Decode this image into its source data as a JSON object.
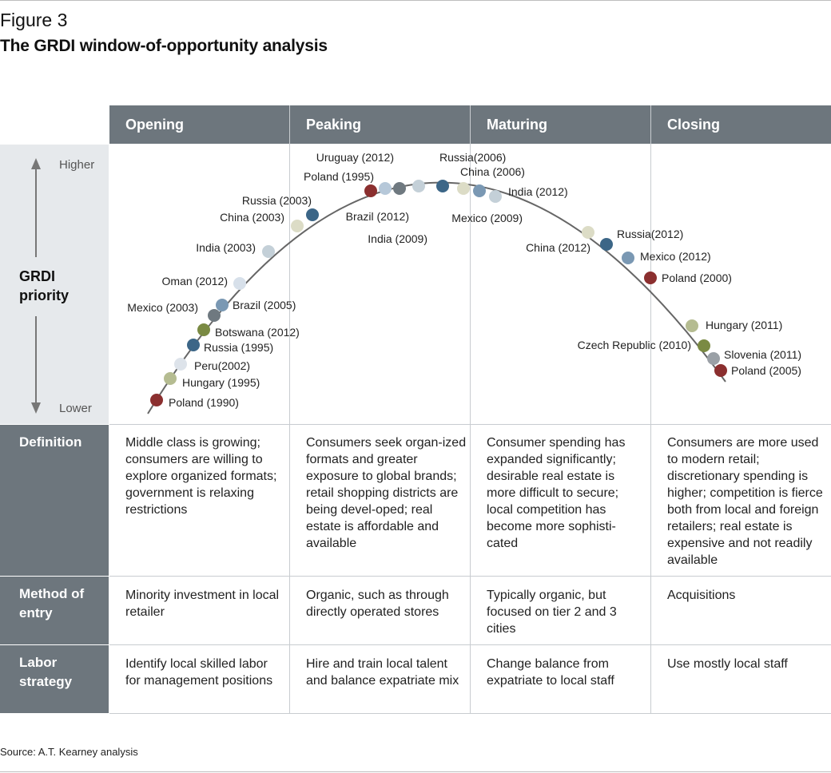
{
  "figure": {
    "label": "Figure 3",
    "title": "The GRDI window-of-opportunity analysis"
  },
  "phases": [
    "Opening",
    "Peaking",
    "Maturing",
    "Closing"
  ],
  "axis": {
    "title": "GRDI priority",
    "high": "Higher",
    "low": "Lower"
  },
  "points": [
    {
      "label": "Poland (1990)",
      "color": "#8b2f2f"
    },
    {
      "label": "Hungary (1995)",
      "color": "#b5bc91"
    },
    {
      "label": "Peru(2002)",
      "color": "#dde3ea"
    },
    {
      "label": "Russia (1995)",
      "color": "#3c6687"
    },
    {
      "label": "Botswana (2012)",
      "color": "#7a8a43"
    },
    {
      "label": "Brazil (2005)",
      "color": "#6f7980"
    },
    {
      "label": "Mexico (2003)",
      "color": "#7a98b3"
    },
    {
      "label": "Oman (2012)",
      "color": "#d7e0ea"
    },
    {
      "label": "India (2003)",
      "color": "#c4d0d8"
    },
    {
      "label": "China (2003)",
      "color": "#dcdcc6"
    },
    {
      "label": "Russia (2003)",
      "color": "#3c6687"
    },
    {
      "label": "Poland (1995)",
      "color": "#8b2f2f"
    },
    {
      "label": "Uruguay (2012)",
      "color": "#b6c8d9"
    },
    {
      "label": "Brazil (2012)",
      "color": "#6f7980"
    },
    {
      "label": "India (2009)",
      "color": "#c4d0d8"
    },
    {
      "label": "Russia(2006)",
      "color": "#3c6687"
    },
    {
      "label": "China (2006)",
      "color": "#dcdcc6"
    },
    {
      "label": "Mexico (2009)",
      "color": "#7a98b3"
    },
    {
      "label": "India (2012)",
      "color": "#c4d0d8"
    },
    {
      "label": "China (2012)",
      "color": "#dcdcc6"
    },
    {
      "label": "Russia(2012)",
      "color": "#3c6687"
    },
    {
      "label": "Mexico (2012)",
      "color": "#7a98b3"
    },
    {
      "label": "Poland (2000)",
      "color": "#8b2f2f"
    },
    {
      "label": "Hungary (2011)",
      "color": "#b5bc91"
    },
    {
      "label": "Czech Republic (2010)",
      "color": "#7a8a43"
    },
    {
      "label": "Slovenia (2011)",
      "color": "#9aa0a6"
    },
    {
      "label": "Poland (2005)",
      "color": "#8b2f2f"
    }
  ],
  "rows": {
    "definition": {
      "label": "Definition",
      "cells": [
        "Middle class is growing; consumers are willing to explore organized formats; government is relaxing restrictions",
        "Consumers seek organ-ized formats and greater exposure to global brands; retail shopping districts are being devel-oped; real estate is affordable and available",
        "Consumer spending has expanded significantly; desirable real estate is more difficult to secure; local competition has become more sophisti-cated",
        "Consumers are more used to modern retail; discretionary spending is higher; competition is fierce both from local and foreign retailers; real estate is expensive and not readily available"
      ]
    },
    "method": {
      "label": "Method of entry",
      "cells": [
        "Minority investment in local retailer",
        "Organic, such as through directly operated stores",
        "Typically organic, but focused on tier 2 and 3 cities",
        "Acquisitions"
      ]
    },
    "labor": {
      "label": "Labor strategy",
      "cells": [
        "Identify local skilled labor for management positions",
        "Hire and train local talent and balance expatriate mix",
        "Change balance from expatriate to local staff",
        "Use mostly local staff"
      ]
    }
  },
  "source": "Source: A.T. Kearney analysis"
}
